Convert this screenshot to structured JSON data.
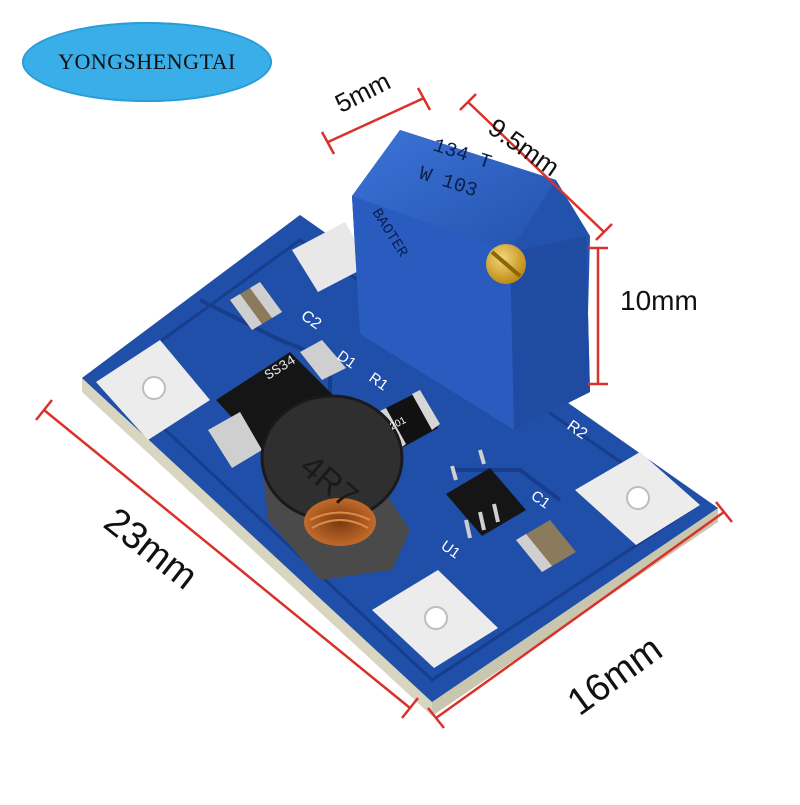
{
  "brand": {
    "name": "YONGSHENGTAI"
  },
  "dimensions": {
    "pot_width": "5mm",
    "pot_depth": "9.5mm",
    "pot_height": "10mm",
    "board_length": "23mm",
    "board_width": "16mm"
  },
  "silkscreen": {
    "c2": "C2",
    "r1": "R1",
    "d1": "D1",
    "r2": "R2",
    "c1": "C1",
    "u1": "U1",
    "resistor_code": "201",
    "inductor_code": "4R7",
    "diode_code": "SS34"
  },
  "potentiometer": {
    "line1": "134 T",
    "line2": "W 103",
    "brand": "BAOTER"
  },
  "colors": {
    "pcb": "#1f4fa8",
    "pcb_dark": "#173e8c",
    "pad": "#e8e8e8",
    "pot": "#2e63c8",
    "dimension_line": "#d9322b",
    "badge": "#3aaee8"
  }
}
